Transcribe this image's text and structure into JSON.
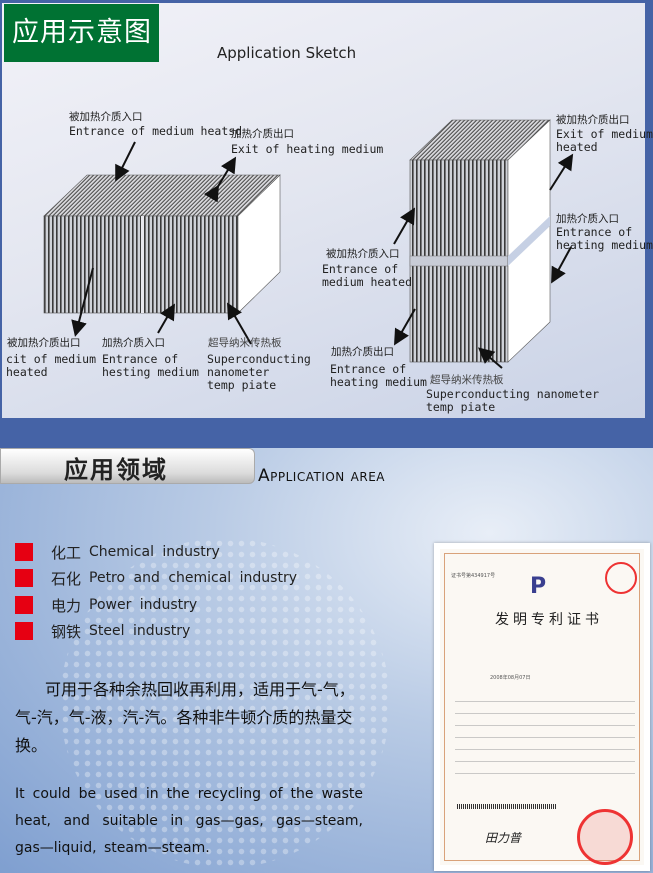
{
  "sketch": {
    "title": "应用示意图",
    "subtitle": "Application Sketch",
    "left": {
      "top_in_cn": "被加热介质入口",
      "top_in_en": "Entrance of medium heatsd",
      "top_out_cn": "加热介质出口",
      "top_out_en": "Exit of heating medium",
      "bot_out_cn": "被加热介质出口",
      "bot_out_en": "cit of medium\nheated",
      "bot_in_cn": "加热介质入口",
      "bot_in_en": "Entrance of\nhesting medium",
      "plate_cn": "超导纳米传热板",
      "plate_en": "Superconducting\nnanometer\ntemp piate"
    },
    "right": {
      "exit_cn": "被加热介质出口",
      "exit_en": "Exit of medium\nheated",
      "heat_in_cn": "加热介质入口",
      "heat_in_en": "Entrance of\nheating medium",
      "med_in_cn": "被加热介质入口",
      "med_in_en": "Entrance of\nmedium heated",
      "heat_out_cn": "加热介质出口",
      "heat_out_en": "Entrance of\nheating medium",
      "plate_cn": "超导纳米传热板",
      "plate_en": "Superconducting nanometer\ntemp piate"
    }
  },
  "area": {
    "title_cn": "应用领域",
    "title_en": "Application area",
    "industries": [
      {
        "cn": "化工",
        "en": "Chemical industry"
      },
      {
        "cn": "石化",
        "en": "Petro and chemical industry"
      },
      {
        "cn": "电力",
        "en": "Power industry"
      },
      {
        "cn": "钢铁",
        "en": "Steel industry"
      }
    ],
    "desc_cn": "可用于各种余热回收再利用，适用于气-气，气-汽，气-液，汽-汽。各种非牛顿介质的热量交换。",
    "desc_en": "It could be used in the recycling of the waste heat, and suitable in gas—gas, gas—steam, gas—liquid, steam—steam."
  },
  "certificate": {
    "title": "发明专利证书",
    "number": "证书号第434917号",
    "date": "2008年08月07日",
    "signature": "田力普"
  },
  "colors": {
    "title_green": "#007233",
    "frame_blue": "#4563a6",
    "bullet_red": "#e60012"
  }
}
